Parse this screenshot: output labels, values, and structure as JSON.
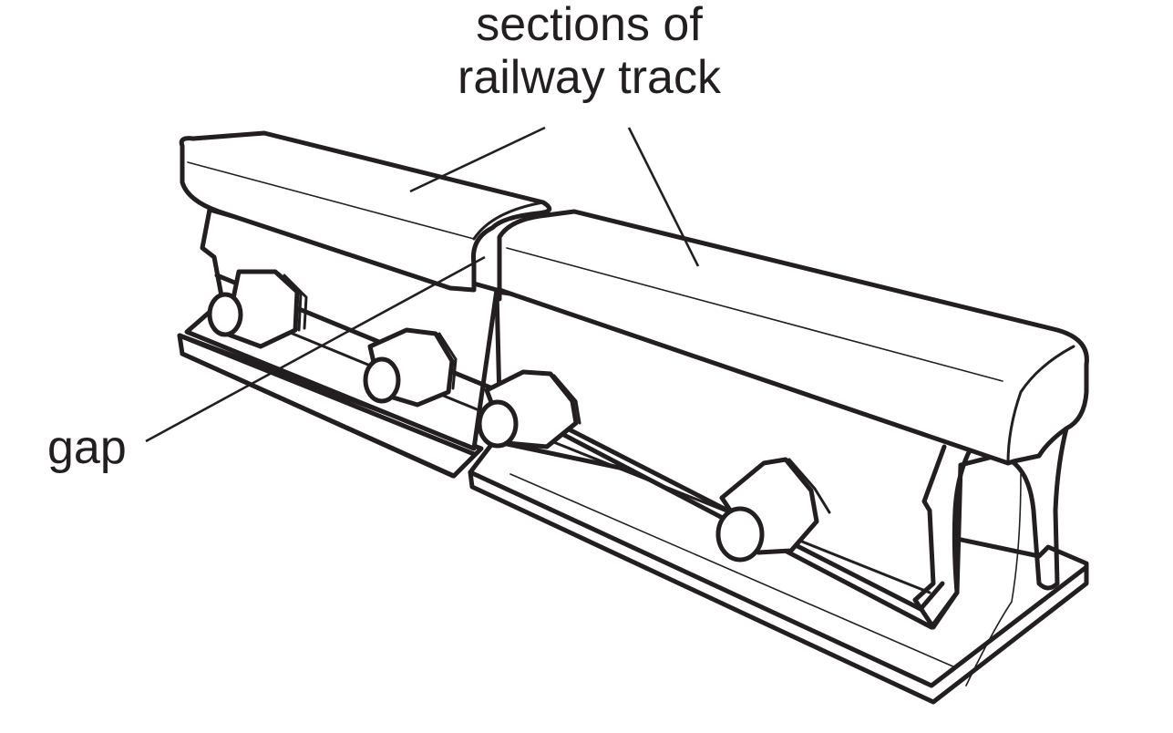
{
  "figure": {
    "subject": "Two sections of railway track joined by a fishplate with bolts, showing the expansion gap",
    "labels": {
      "sections_line1": "sections of",
      "sections_line2": "railway track",
      "gap": "gap"
    },
    "parts": {
      "rail_sections": 2,
      "bolts": 4
    },
    "colors": {
      "ink": "#231f20",
      "background": "#ffffff"
    }
  }
}
